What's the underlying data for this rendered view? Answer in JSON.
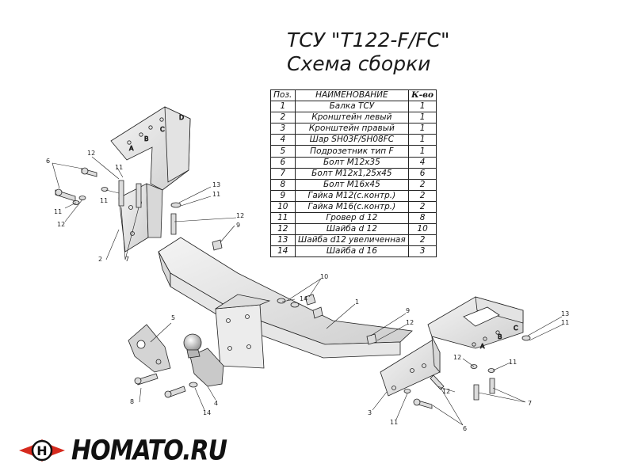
{
  "title_line1": "ТСУ \"T122-F/FC\"",
  "title_line2": "Схема сборки",
  "table": {
    "headers": [
      "Поз.",
      "НАИМЕНОВАНИЕ",
      "К-во"
    ],
    "rows": [
      [
        "1",
        "Балка ТСУ",
        "1"
      ],
      [
        "2",
        "Кронштейн левый",
        "1"
      ],
      [
        "3",
        "Кронштейн правый",
        "1"
      ],
      [
        "4",
        "Шар SH03F/SH08FC",
        "1"
      ],
      [
        "5",
        "Подрозетник тип F",
        "1"
      ],
      [
        "6",
        "Болт М12х35",
        "4"
      ],
      [
        "7",
        "Болт М12х1,25х45",
        "6"
      ],
      [
        "8",
        "Болт М16х45",
        "2"
      ],
      [
        "9",
        "Гайка М12(с.контр.)",
        "2"
      ],
      [
        "10",
        "Гайка  М16(с.контр.)",
        "2"
      ],
      [
        "11",
        "Гровер d 12",
        "8"
      ],
      [
        "12",
        "Шайба d 12",
        "10"
      ],
      [
        "13",
        "Шайба d12 увеличенная",
        "2"
      ],
      [
        "14",
        "Шайба d 16",
        "3"
      ]
    ]
  },
  "callouts": {
    "c6a": "6",
    "c12a": "12",
    "c11a": "11",
    "c11b": "11",
    "c12b": "12",
    "c11c": "11",
    "c13a": "13",
    "c11d": "11",
    "c12c": "12",
    "c9a": "9",
    "c2": "2",
    "c7a": "7",
    "c10": "10",
    "c14a": "14",
    "c1": "1",
    "c9b": "9",
    "c12d": "12",
    "c5": "5",
    "c4": "4",
    "c8": "8",
    "c14b": "14",
    "c13b": "13",
    "c11e": "11",
    "c12e": "12",
    "c11f": "11",
    "c3": "3",
    "c12f": "12",
    "c11g": "11",
    "c6b": "6",
    "c7b": "7"
  },
  "letters": {
    "la": "A",
    "lb": "B",
    "lc": "C",
    "ld": "D",
    "ra": "A",
    "rb": "B",
    "rc": "C"
  },
  "logo": {
    "text": "HOMATO.RU",
    "brand_color": "#d62a1e"
  }
}
